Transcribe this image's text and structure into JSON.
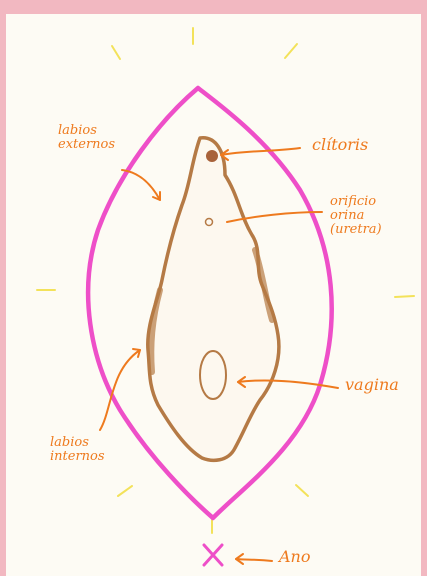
{
  "labels": {
    "labios_externos": [
      "labios",
      "externos"
    ],
    "clitoris": "clítoris",
    "orificio_orina": [
      "orificio",
      "orina",
      "(uretra)"
    ],
    "vagina": "vagina",
    "labios_internos": [
      "labios",
      "internos"
    ],
    "ano": "Ano"
  },
  "colors": {
    "page_border": "#f2b8c1",
    "paper": "#fdfbf4",
    "outer_lips": "#ee4fc8",
    "inner_lips": "#b57a45",
    "labels": "#ee7a1e",
    "rays": "#f3e25a"
  }
}
